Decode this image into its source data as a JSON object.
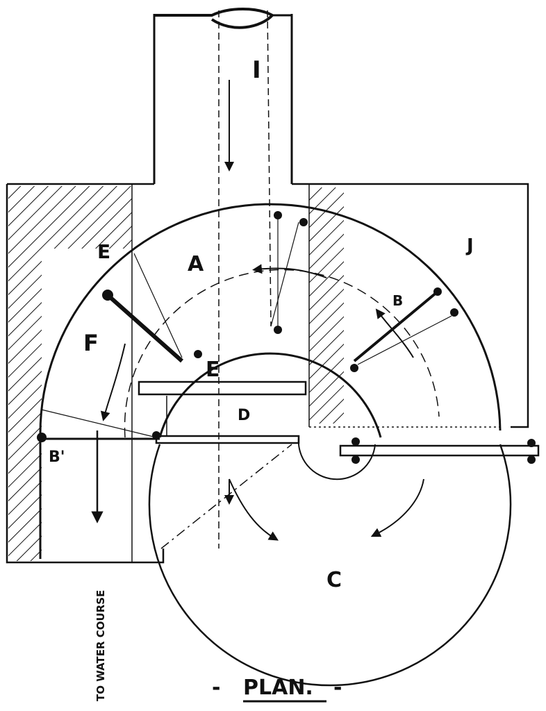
{
  "labels": {
    "inlet": "I",
    "chamber_a": "A",
    "guide_b_right": "B",
    "guide_b_left": "B'",
    "wheel_c": "C",
    "plate_d": "D",
    "joint_e_top": "E",
    "joint_e_mid": "E",
    "deflector_f": "F",
    "casing_j": "J",
    "outlet_note": "TO WATER COURSE",
    "caption": "PLAN.",
    "caption_left_dash": "-",
    "caption_right_dash": "-"
  },
  "colors": {
    "ink": "#111111",
    "paper": "#ffffff"
  }
}
